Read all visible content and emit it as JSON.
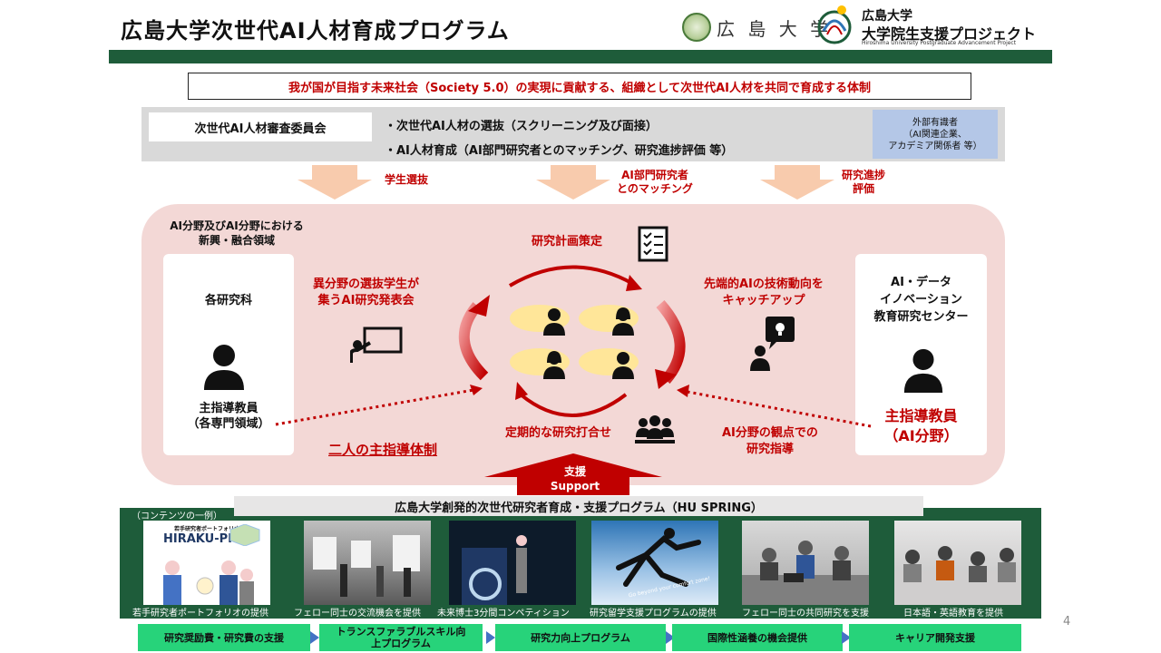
{
  "header": {
    "title": "広島大学次世代AI人材育成プログラム",
    "university": "広 島 大 学",
    "project_line1": "広島大学",
    "project_line2": "大学院生支援プロジェクト",
    "project_line3": "Hiroshima University Postgraduate Advancement Project"
  },
  "mission": "我が国が目指す未来社会（Society 5.0）の実現に貢献する、組織として次世代AI人材を共同で育成する体制",
  "committee": {
    "name": "次世代AI人材審査委員会",
    "bullets": [
      "・次世代AI人材の選抜（スクリーニング及び面接）",
      "・AI人材育成（AI部門研究者とのマッチング、研究進捗評価 等）"
    ],
    "external": [
      "外部有識者",
      "（AI関連企業、",
      "アカデミア関係者 等）"
    ]
  },
  "arrows": {
    "selection": "学生選抜",
    "matching": [
      "AI部門研究者",
      "とのマッチング"
    ],
    "evaluation": [
      "研究進捗",
      "評価"
    ]
  },
  "framework": {
    "area_label": [
      "AI分野及びAI分野における",
      "新興・融合領域"
    ],
    "department": "各研究科",
    "left_supervisor": [
      "主指導教員",
      "（各専門領域）"
    ],
    "center": [
      "AI・データ",
      "イノベーション",
      "教育研究センター"
    ],
    "right_supervisor": [
      "主指導教員",
      "（AI分野）"
    ],
    "research_plan": "研究計画策定",
    "presentation": [
      "異分野の選抜学生が",
      "集うAI研究発表会"
    ],
    "tech_trend": [
      "先端的AIの技術動向を",
      "キャッチアップ"
    ],
    "regular_meeting": "定期的な研究打合せ",
    "ai_guidance": [
      "AI分野の観点での",
      "研究指導"
    ],
    "two_supervisors": "二人の主指導体制",
    "support": [
      "支援",
      "Support"
    ]
  },
  "hu_spring": {
    "title": "広島大学創発的次世代研究者育成・支援プログラム（HU SPRING）",
    "tag": "（コンテンツの一例）",
    "portfolio_heading": "若手研究者ポートフォリオ",
    "portfolio_logo": "HIRAKU-PF",
    "jump_caption": "Go beyond your comfort zone!",
    "photos": [
      "若手研究者ポートフォリオの提供",
      "フェロー同士の交流機会を提供",
      "未来博士3分間コンペティション",
      "研究留学支援プログラムの提供",
      "フェロー同士の共同研究を支援",
      "日本語・英語教育を提供"
    ]
  },
  "steps": [
    "研究奨励費・研究費の支援",
    "トランスファラブルスキル向上プログラム",
    "研究力向上プログラム",
    "国際性涵養の機会提供",
    "キャリア開発支援"
  ],
  "page_number": "4",
  "colors": {
    "accent_red": "#c00000",
    "brand_green": "#1e5c3a",
    "step_green": "#27d37a",
    "arrow_peach": "#f8cbad",
    "pink_area": "#f3d8d6"
  }
}
